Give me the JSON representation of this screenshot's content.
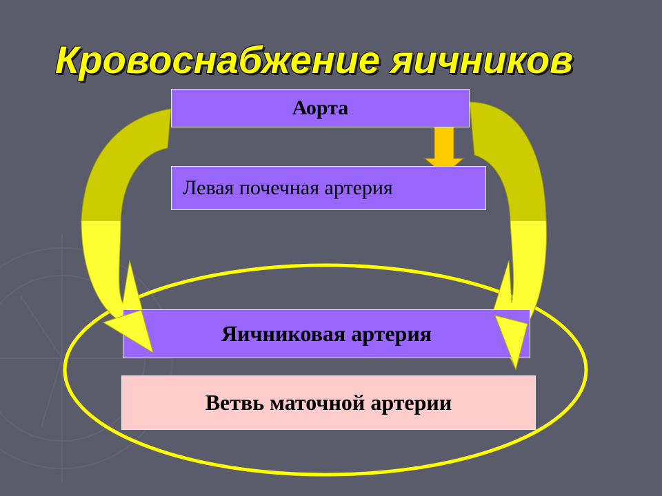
{
  "title": "Кровоснабжение яичников",
  "boxes": {
    "aorta": "Аорта",
    "renal_artery": "Левая почечная артерия",
    "ovarian_artery": "Яичниковая артерия",
    "uterine_branch": "Ветвь маточной артерии"
  },
  "colors": {
    "background": "#5a5c6b",
    "title": "#ffff00",
    "box_purple": "#9966ff",
    "box_pink": "#ffcccc",
    "arrow_yellow": "#ffff33",
    "arrow_olive": "#cccc00",
    "ellipse": "#ffff00"
  }
}
